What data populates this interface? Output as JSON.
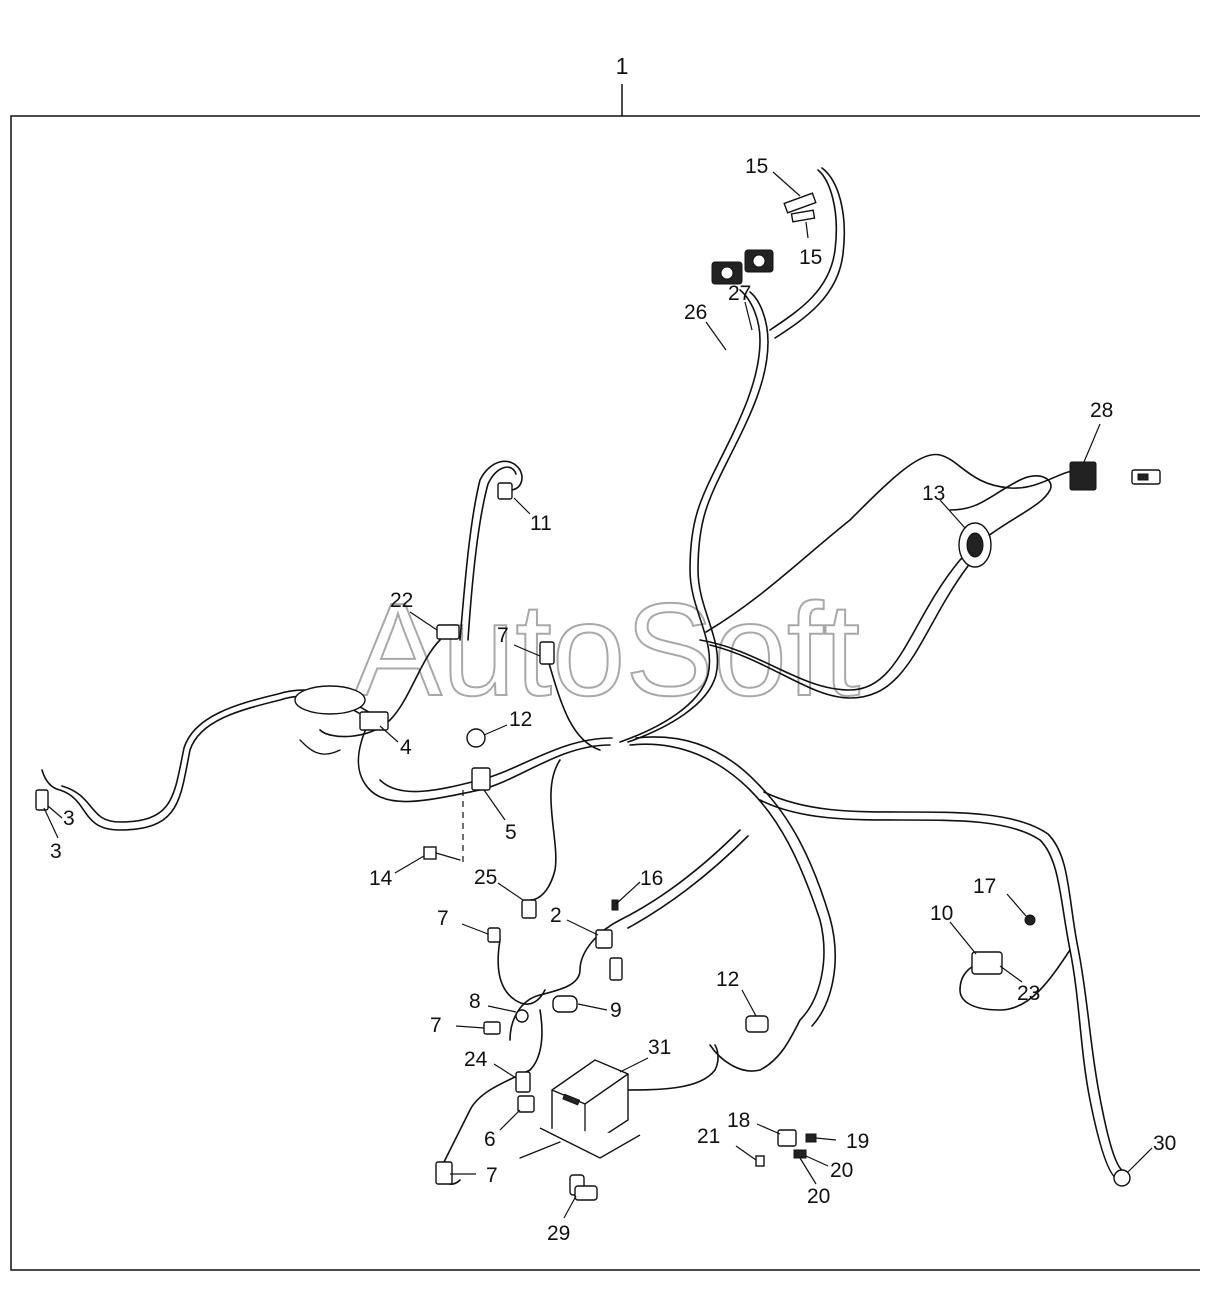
{
  "watermark": "AutoSoft",
  "assembly_number": "1",
  "callouts": [
    {
      "id": "c1",
      "label": "15"
    },
    {
      "id": "c2",
      "label": "15"
    },
    {
      "id": "c3",
      "label": "27"
    },
    {
      "id": "c4",
      "label": "26"
    },
    {
      "id": "c5",
      "label": "28"
    },
    {
      "id": "c6",
      "label": "13"
    },
    {
      "id": "c7",
      "label": "11"
    },
    {
      "id": "c8",
      "label": "22"
    },
    {
      "id": "c9",
      "label": "7"
    },
    {
      "id": "c10",
      "label": "12"
    },
    {
      "id": "c11",
      "label": "4"
    },
    {
      "id": "c12",
      "label": "3"
    },
    {
      "id": "c13",
      "label": "3"
    },
    {
      "id": "c14",
      "label": "5"
    },
    {
      "id": "c15",
      "label": "14"
    },
    {
      "id": "c16",
      "label": "25"
    },
    {
      "id": "c17",
      "label": "16"
    },
    {
      "id": "c18",
      "label": "7"
    },
    {
      "id": "c19",
      "label": "2"
    },
    {
      "id": "c20",
      "label": "17"
    },
    {
      "id": "c21",
      "label": "10"
    },
    {
      "id": "c22",
      "label": "23"
    },
    {
      "id": "c23",
      "label": "8"
    },
    {
      "id": "c24",
      "label": "9"
    },
    {
      "id": "c25",
      "label": "7"
    },
    {
      "id": "c26",
      "label": "12"
    },
    {
      "id": "c27",
      "label": "24"
    },
    {
      "id": "c28",
      "label": "31"
    },
    {
      "id": "c29",
      "label": "6"
    },
    {
      "id": "c30",
      "label": "7"
    },
    {
      "id": "c31",
      "label": "18"
    },
    {
      "id": "c32",
      "label": "21"
    },
    {
      "id": "c33",
      "label": "19"
    },
    {
      "id": "c34",
      "label": "20"
    },
    {
      "id": "c35",
      "label": "20"
    },
    {
      "id": "c36",
      "label": "30"
    },
    {
      "id": "c37",
      "label": "29"
    }
  ]
}
